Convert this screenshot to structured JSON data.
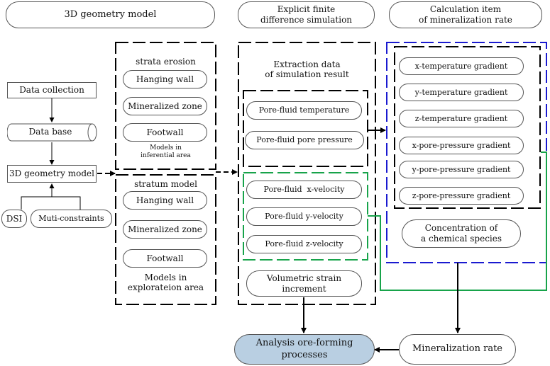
{
  "headers": {
    "geometry": "3D geometry model",
    "simulation": [
      "Explicit finite",
      "difference simulation"
    ],
    "calculation": [
      "Calculation item",
      "of mineralization rate"
    ]
  },
  "left": {
    "data_collection": "Data collection",
    "data_base": "Data base",
    "geometry_model": "3D geometry model",
    "dsi": "DSI",
    "constraints": "Muti-constraints"
  },
  "inferential": {
    "title": "strata erosion",
    "items": [
      "Hanging wall",
      "Mineralized zone",
      "Footwall"
    ],
    "caption": [
      "Models in",
      "inferential area"
    ]
  },
  "exploration": {
    "title": "stratum model",
    "items": [
      "Hanging wall",
      "Mineralized zone",
      "Footwall"
    ],
    "caption": [
      "Models in",
      "explorateion area"
    ]
  },
  "simulation": {
    "extraction": [
      "Extraction data",
      "of simulation result"
    ],
    "temperature": "Pore-fluid temperature",
    "pore_pressure": "Pore-fluid pore pressure",
    "x_velocity": "Pore-fluid  x-velocity",
    "y_velocity": "Pore-fluid y-velocity",
    "z_velocity": "Pore-fluid z-velocity",
    "strain": [
      "Volumetric strain",
      "increment"
    ]
  },
  "calculation": {
    "gradients": [
      "x-temperature gradient",
      "y-temperature gradient",
      "z-temperature gradient",
      "x-pore-pressure gradient",
      "y-pore-pressure gradient",
      "z-pore-pressure gradient"
    ],
    "concentration": [
      "Concentration of",
      "a chemical species"
    ]
  },
  "bottom": {
    "analysis": "Analysis ore-forming processes",
    "rate": "Mineralization rate"
  },
  "colors": {
    "blue_dash": "#1a1ad0",
    "green_dash": "#17a34a",
    "analysis_fill": "#b9cfe2"
  }
}
